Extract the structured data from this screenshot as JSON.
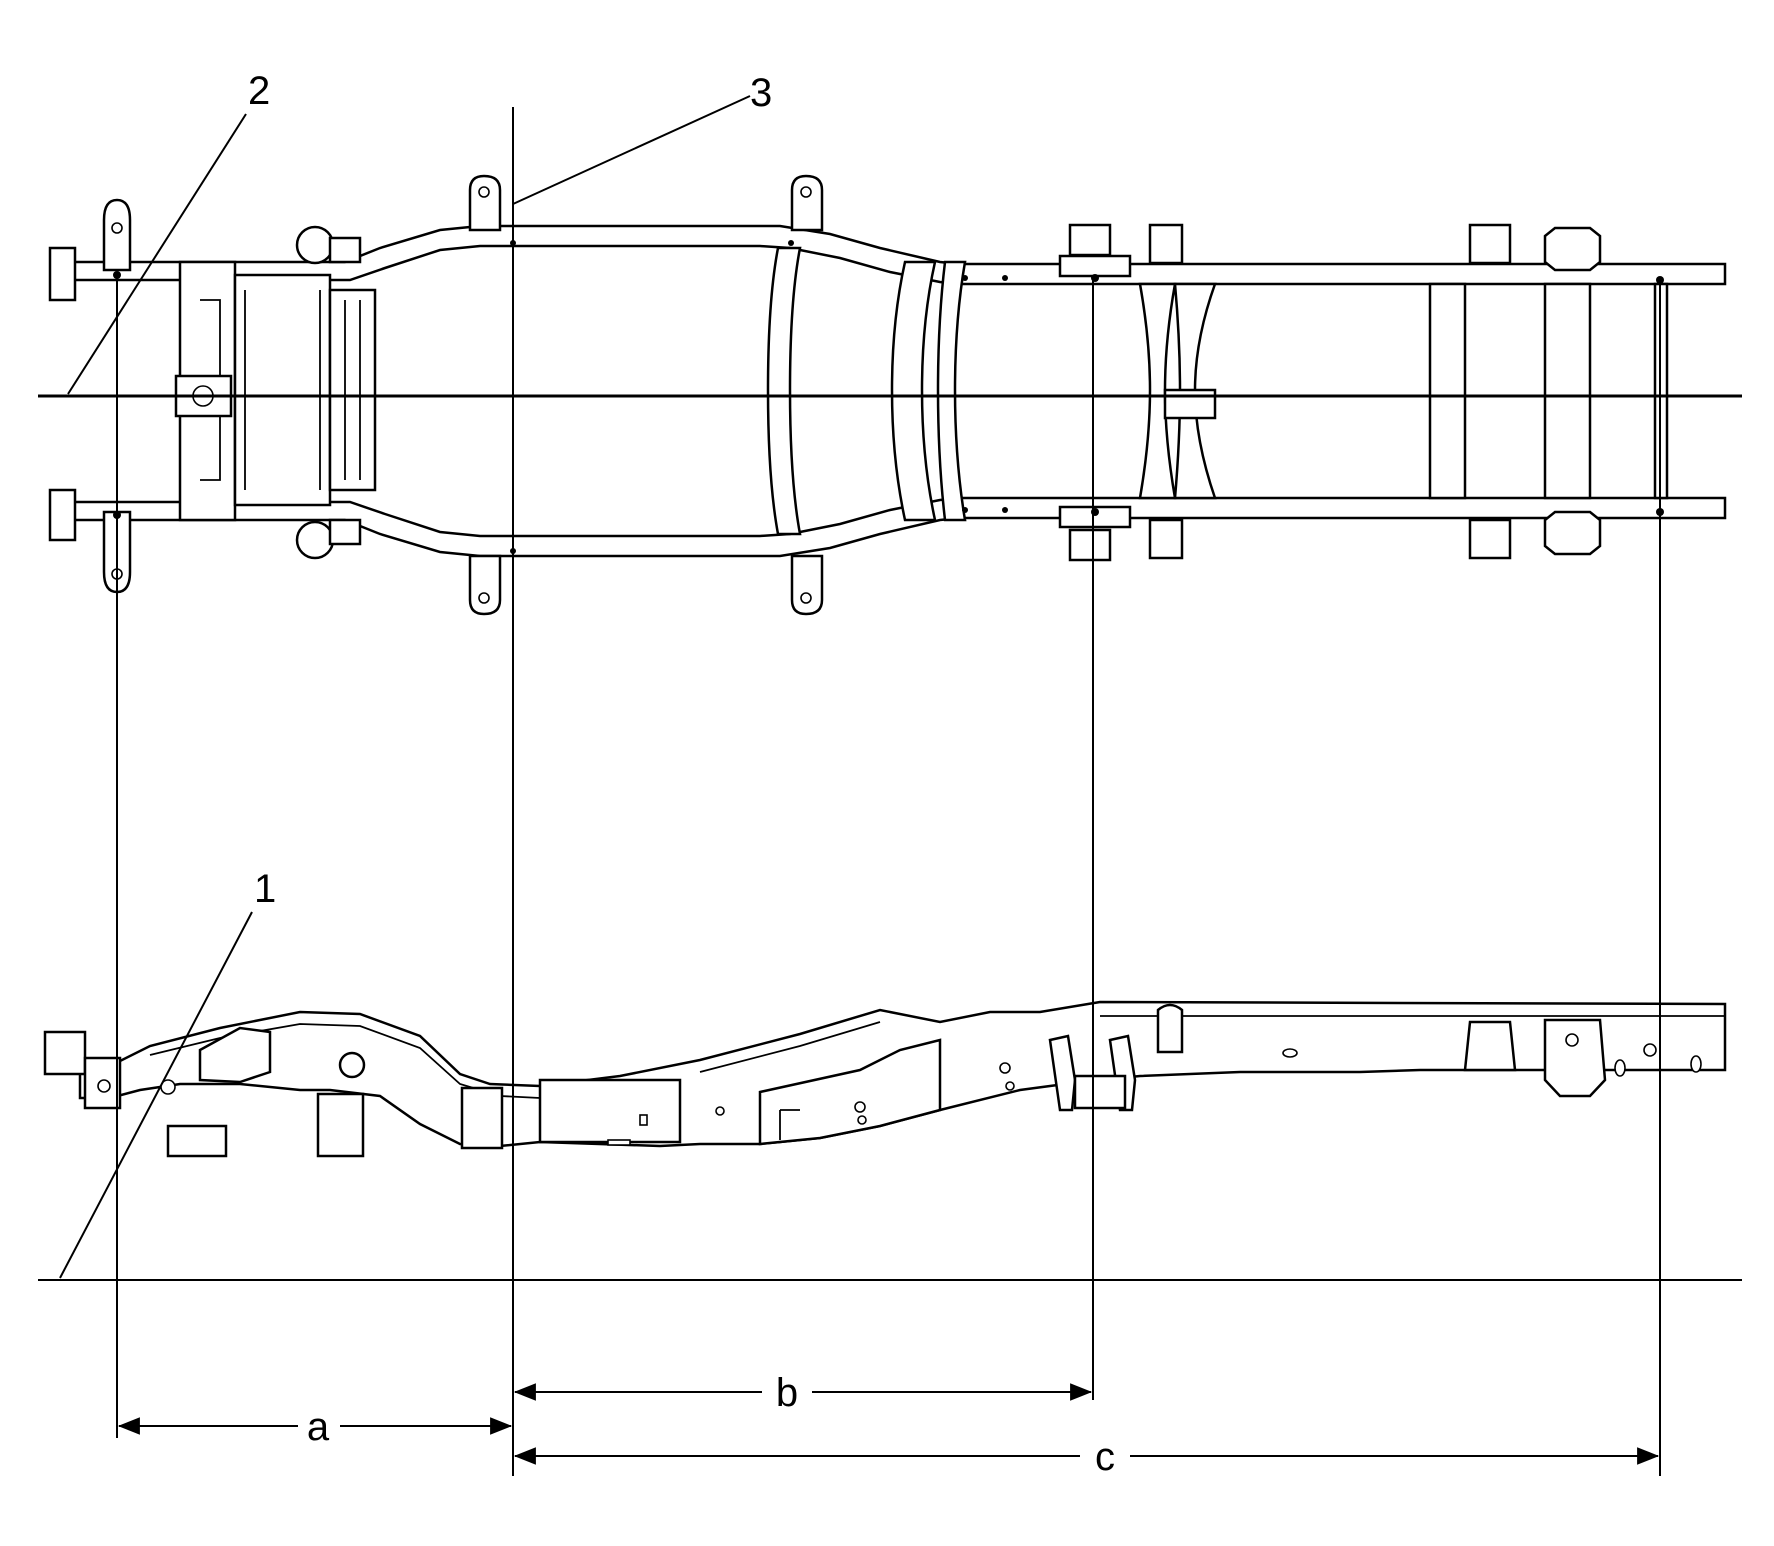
{
  "diagram": {
    "callouts": [
      {
        "id": "callout-1",
        "label": "1"
      },
      {
        "id": "callout-2",
        "label": "2"
      },
      {
        "id": "callout-3",
        "label": "3"
      }
    ],
    "dimensions": [
      {
        "id": "dim-a",
        "label": "a"
      },
      {
        "id": "dim-b",
        "label": "b"
      },
      {
        "id": "dim-c",
        "label": "c"
      }
    ],
    "colors": {
      "line": "#000000",
      "background": "#ffffff"
    }
  }
}
